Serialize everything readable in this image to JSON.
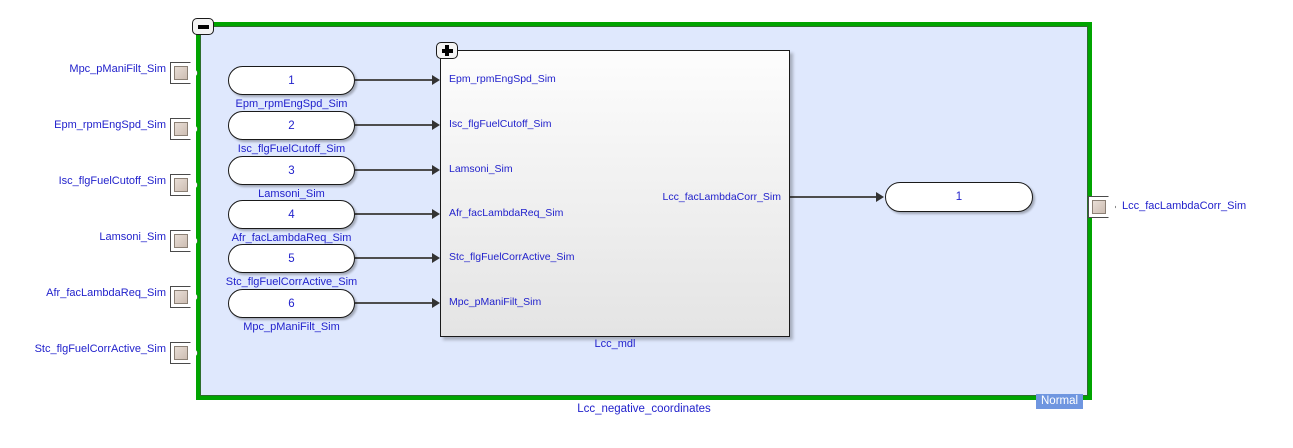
{
  "diagram": {
    "title": "Lcc_negative_coordinates",
    "mode_badge": "Normal",
    "subsystem_collapse_icon": "minus-icon",
    "block_expand_icon": "plus-icon",
    "colors": {
      "subsystem_border": "#00a400",
      "subsystem_fill": "#dfe8fd",
      "label_text": "#2222cc",
      "mode_badge_bg": "#6f96e0",
      "wire": "#4d4d4d",
      "port_square": "#cdbdb2"
    }
  },
  "external_inports": [
    {
      "label": "Mpc_pManiFilt_Sim",
      "icon": "inport-icon"
    },
    {
      "label": "Epm_rpmEngSpd_Sim",
      "icon": "inport-icon"
    },
    {
      "label": "Isc_flgFuelCutoff_Sim",
      "icon": "inport-icon"
    },
    {
      "label": "Lamsoni_Sim",
      "icon": "inport-icon"
    },
    {
      "label": "Afr_facLambdaReq_Sim",
      "icon": "inport-icon"
    },
    {
      "label": "Stc_flgFuelCorrActive_Sim",
      "icon": "inport-icon"
    }
  ],
  "external_outports": [
    {
      "label": "Lcc_facLambdaCorr_Sim",
      "icon": "outport-icon"
    }
  ],
  "inport_blocks": [
    {
      "number": "1",
      "label": "Epm_rpmEngSpd_Sim"
    },
    {
      "number": "2",
      "label": "Isc_flgFuelCutoff_Sim"
    },
    {
      "number": "3",
      "label": "Lamsoni_Sim"
    },
    {
      "number": "4",
      "label": "Afr_facLambdaReq_Sim"
    },
    {
      "number": "5",
      "label": "Stc_flgFuelCorrActive_Sim"
    },
    {
      "number": "6",
      "label": "Mpc_pManiFilt_Sim"
    }
  ],
  "model_block": {
    "name": "Lcc_mdl",
    "inputs": [
      "Epm_rpmEngSpd_Sim",
      "Isc_flgFuelCutoff_Sim",
      "Lamsoni_Sim",
      "Afr_facLambdaReq_Sim",
      "Stc_flgFuelCorrActive_Sim",
      "Mpc_pManiFilt_Sim"
    ],
    "outputs": [
      "Lcc_facLambdaCorr_Sim"
    ]
  },
  "outport_blocks": [
    {
      "number": "1"
    }
  ]
}
